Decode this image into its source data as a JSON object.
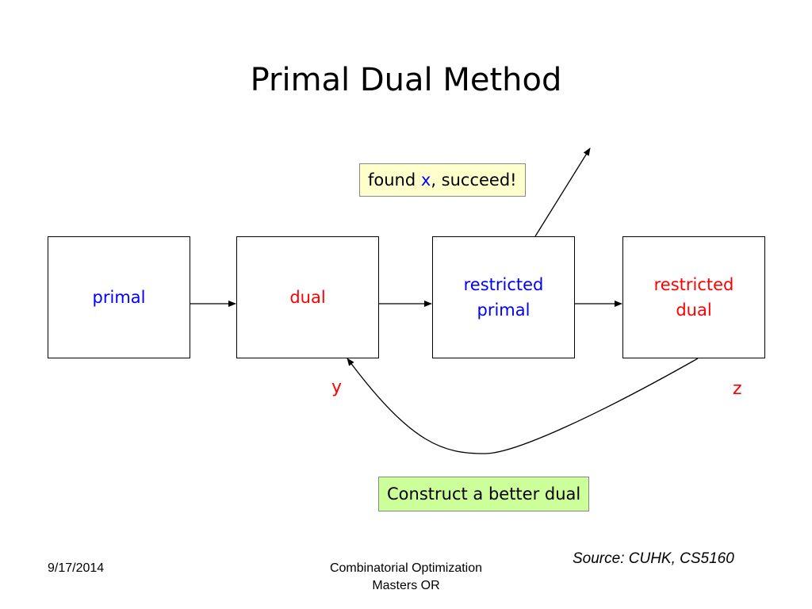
{
  "title": "Primal Dual Method",
  "boxes": {
    "primal": {
      "label": "primal"
    },
    "dual": {
      "label": "dual"
    },
    "restricted_primal": {
      "line1": "restricted",
      "line2": "primal"
    },
    "restricted_dual": {
      "line1": "restricted",
      "line2": "dual"
    }
  },
  "callouts": {
    "found": {
      "prefix": "found ",
      "variable": "x",
      "suffix": ", succeed!"
    },
    "construct": {
      "label": "Construct a better dual"
    }
  },
  "variables": {
    "y": "y",
    "z": "z"
  },
  "source": "Source: CUHK, CS5160",
  "footer": {
    "date": "9/17/2014",
    "line1": "Combinatorial Optimization",
    "line2": "Masters OR"
  },
  "colors": {
    "primal_text": "#0000ff",
    "dual_text": "#ff0000",
    "found_bg": "#ffffcc",
    "construct_bg": "#ccff99"
  }
}
